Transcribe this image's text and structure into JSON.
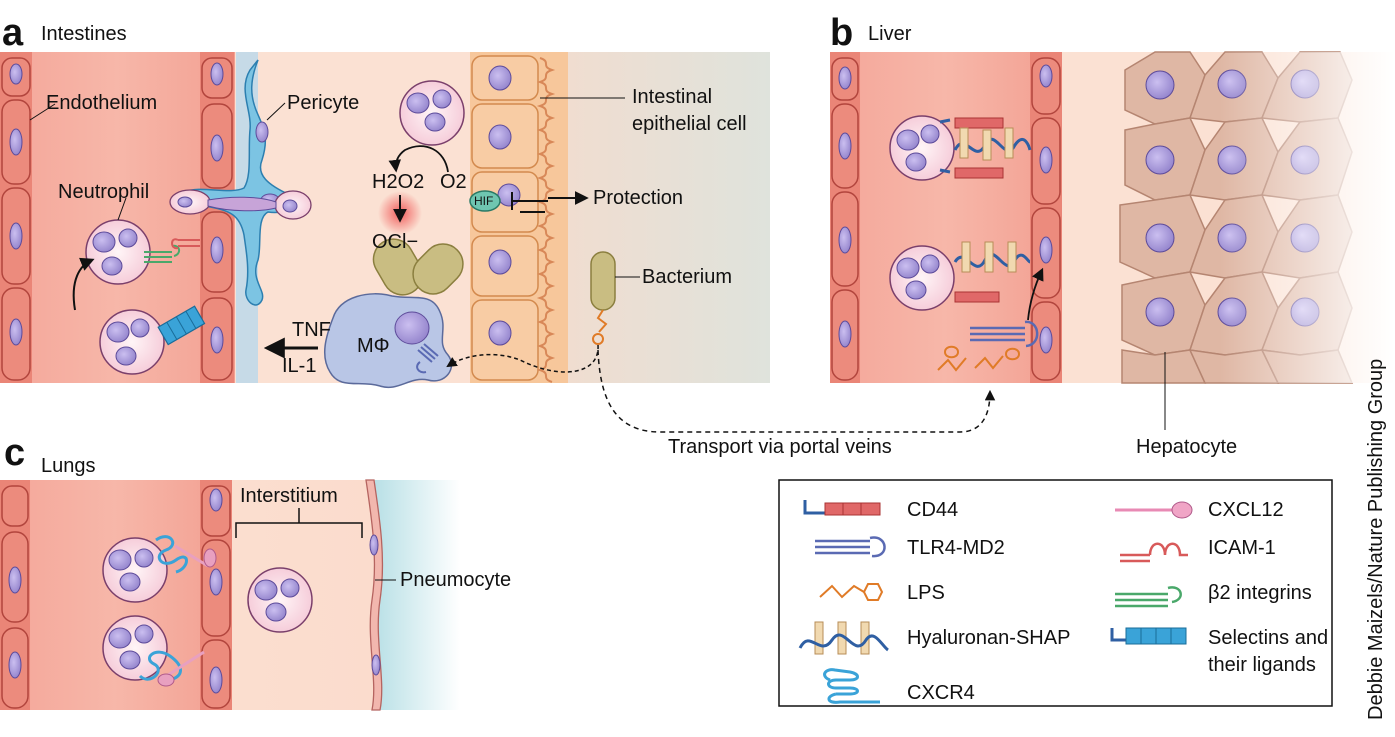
{
  "panels": {
    "a": {
      "letter": "a",
      "title": "Intestines"
    },
    "b": {
      "letter": "b",
      "title": "Liver"
    },
    "c": {
      "letter": "c",
      "title": "Lungs"
    }
  },
  "intestines": {
    "endothelium": "Endothelium",
    "pericyte": "Pericyte",
    "neutrophil": "Neutrophil",
    "epithelial_line1": "Intestinal",
    "epithelial_line2": "epithelial cell",
    "h2o2": "H2O2",
    "o2": "O2",
    "ocl": "OCl−",
    "hif": "HIF",
    "protection": "Protection",
    "bacterium": "Bacterium",
    "macrophage": "MΦ",
    "tnf": "TNF",
    "il1": "IL-1"
  },
  "liver": {
    "hepatocyte": "Hepatocyte"
  },
  "transport": "Transport via portal veins",
  "lungs": {
    "interstitium": "Interstitium",
    "pneumocyte": "Pneumocyte"
  },
  "legend": [
    {
      "icon": "cd44-icon",
      "label": "CD44"
    },
    {
      "icon": "cxcl12-icon",
      "label": "CXCL12"
    },
    {
      "icon": "tlr4-md2-icon",
      "label": "TLR4-MD2"
    },
    {
      "icon": "icam1-icon",
      "label": "ICAM-1"
    },
    {
      "icon": "lps-icon",
      "label": "LPS"
    },
    {
      "icon": "b2-integrin-icon",
      "label": "β2 integrins"
    },
    {
      "icon": "hyaluronan-shap-icon",
      "label": "Hyaluronan-SHAP"
    },
    {
      "icon": "selectin-icon",
      "label": "Selectins and"
    },
    {
      "icon": "selectin-icon-2",
      "label": "their ligands"
    },
    {
      "icon": "cxcr4-icon",
      "label": "CXCR4"
    }
  ],
  "credit": "Debbie Maizels/Nature Publishing Group",
  "colors": {
    "vessel": "#f2a89a",
    "endothelial": "#e87d70",
    "nucleus": "#a899d6",
    "tissue": "#fbe0d2",
    "pericyte": "#7cc4e3",
    "epithelium": "#f7c79b",
    "lumen": "#e4e6e0",
    "hepatocyte": "#dfb7a4"
  }
}
